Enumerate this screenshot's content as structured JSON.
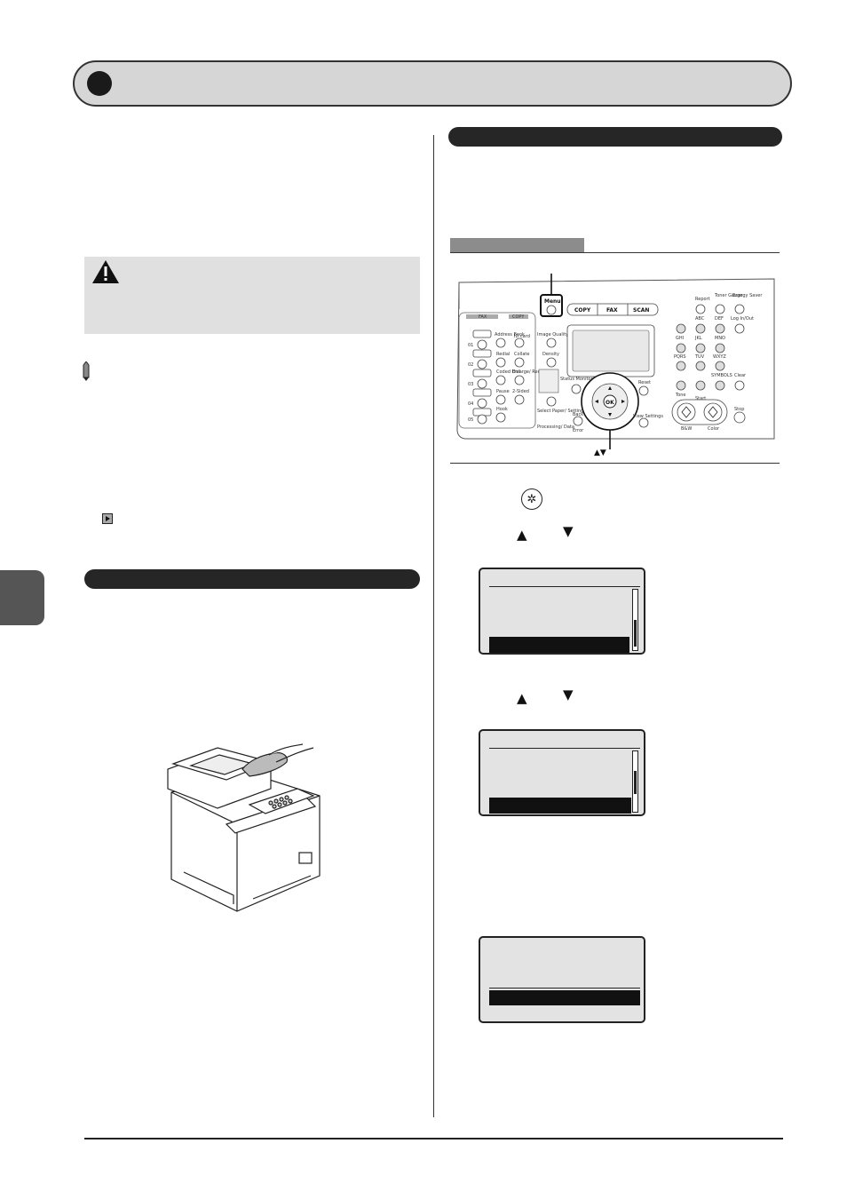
{
  "icons": {
    "warning": "warning-triangle-icon",
    "note": "pencil-icon",
    "reference": "arrow-right-icon",
    "menu_key": "menu-key-icon",
    "up": "up-arrow-icon",
    "down": "down-arrow-icon"
  },
  "panel": {
    "arrow_caption": "▲▼",
    "tabs": [
      "COPY",
      "FAX",
      "SCAN"
    ],
    "labels": {
      "menu": "Menu",
      "fax": "FAX",
      "copy": "COPY",
      "report": "Report",
      "toner_gauge": "Toner Gauge",
      "energy_saver": "Energy Saver",
      "log_in_out": "Log In/Out",
      "image_quality": "Image Quality",
      "density": "Density",
      "status_monitor": "Status Monitor/ Cancel",
      "reset": "Reset",
      "select_paper": "Select Paper/ Settings",
      "back": "Back",
      "view_settings": "View Settings",
      "processing": "Processing/ Data",
      "error": "Error",
      "tone": "Tone",
      "start": "Start",
      "bw": "B&W",
      "color": "Color",
      "stop": "Stop",
      "clear": "Clear",
      "ok": "OK",
      "symbols": "SYMBOLS",
      "address_book": "Address Book",
      "redial": "Redial",
      "coded_dial": "Coded Dial",
      "pause": "Pause",
      "hook": "Hook",
      "id_card": "ID card",
      "collate": "Collate",
      "enlarge_reduce": "Enlarge/ Reduce",
      "two_sided": "2-Sided",
      "key_groups": [
        "ABC",
        "DEF",
        "GHI",
        "JKL",
        "MNO",
        "PQRS",
        "TUV",
        "WXYZ"
      ],
      "one_touch": [
        "01",
        "02",
        "03",
        "04",
        "05"
      ]
    }
  },
  "colors": {
    "title_bar_fill": "#d6d6d6",
    "pill_fill": "#262626",
    "caution_fill": "#e0e0e0",
    "side_tab": "#555555",
    "step_label": "#8c8c8c"
  }
}
